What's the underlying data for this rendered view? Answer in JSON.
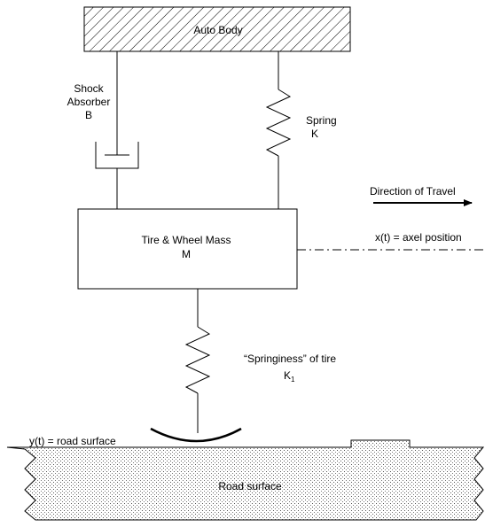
{
  "auto_body": {
    "label": "Auto Body"
  },
  "shock_absorber": {
    "line1": "Shock",
    "line2": "Absorber",
    "symbol": "B"
  },
  "spring": {
    "line1": "Spring",
    "symbol": "K"
  },
  "direction": {
    "label": "Direction of Travel"
  },
  "mass": {
    "line1": "Tire & Wheel Mass",
    "symbol": "M"
  },
  "axle": {
    "label": "x(t) = axel position"
  },
  "tire": {
    "line1": "“Springiness” of tire",
    "symbol": "K",
    "subscript": "1"
  },
  "road": {
    "signal_label": "y(t) = road surface",
    "surface_label": "Road surface"
  }
}
